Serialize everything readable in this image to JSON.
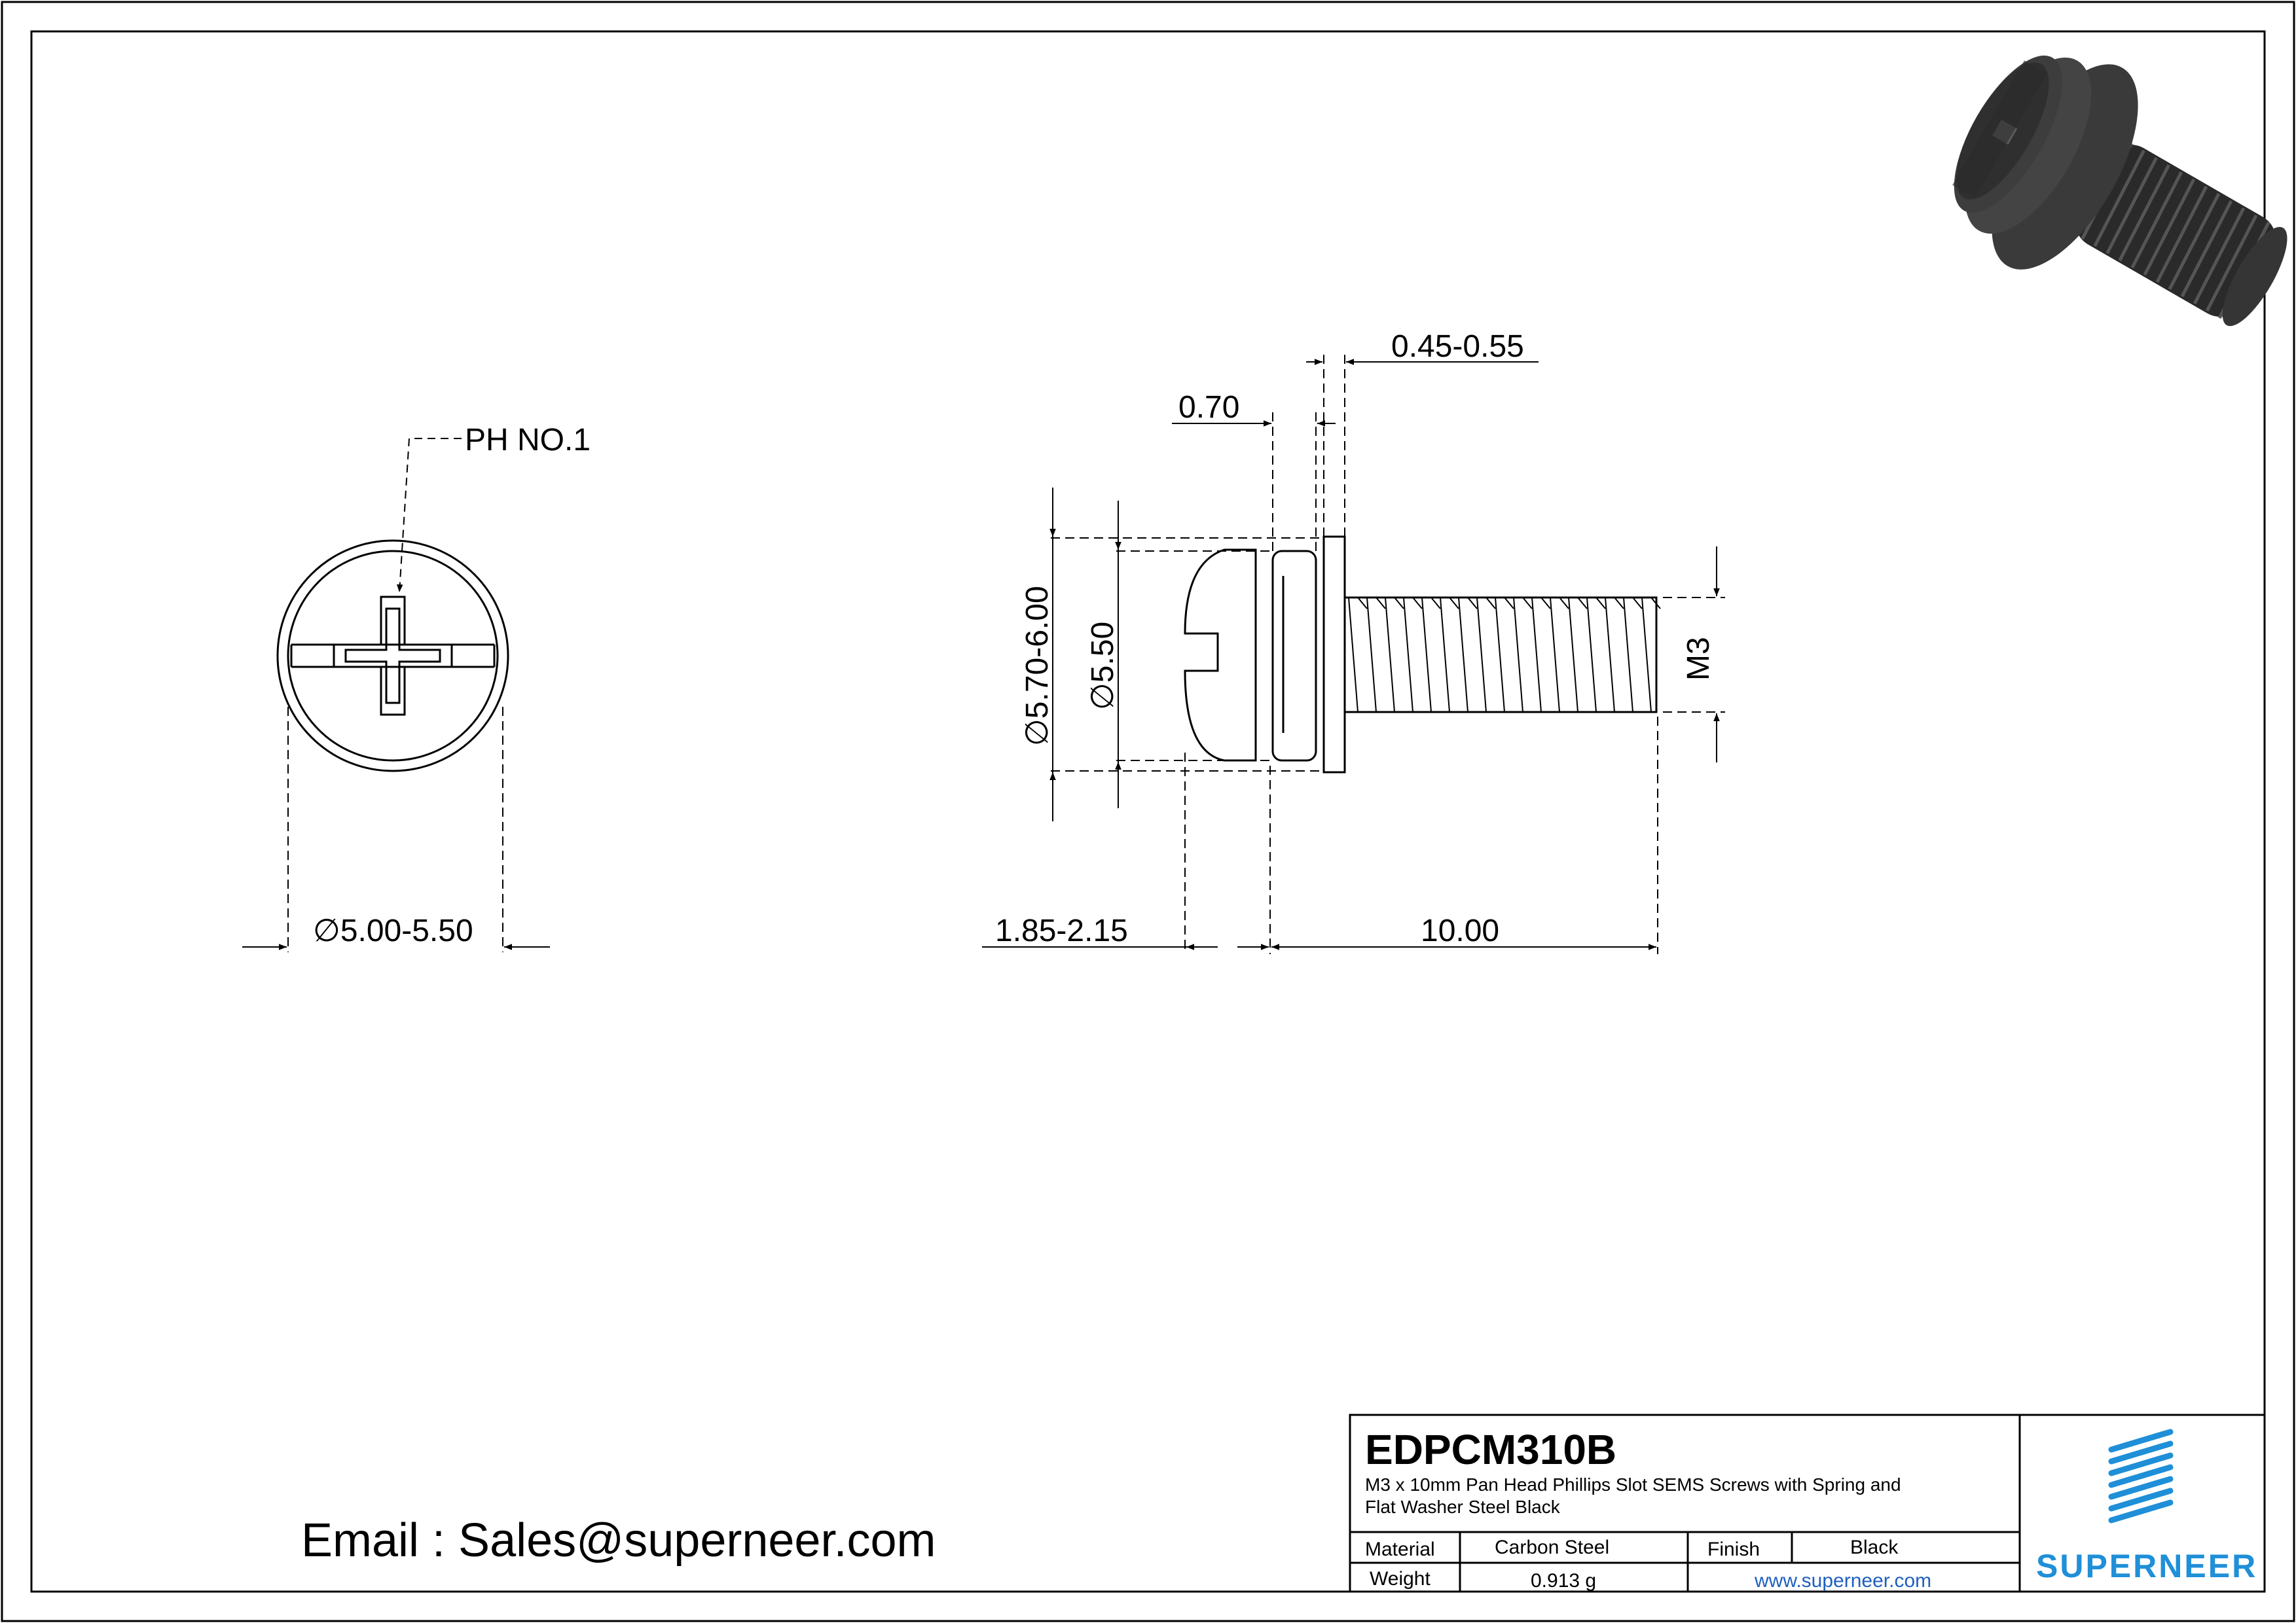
{
  "drawing": {
    "dimensions": {
      "head_dia": "5.00-5.50",
      "drive": "PH NO.1",
      "washer_thickness": "0.45-0.55",
      "spring_thickness": "0.70",
      "washer_dia": "5.70-6.00",
      "spring_dia": "5.50",
      "head_height": "1.85-2.15",
      "length": "10.00",
      "thread": "M3"
    },
    "dia_symbol": "∅"
  },
  "email": "Email : Sales@superneer.com",
  "title_block": {
    "part_number": "EDPCM310B",
    "description_line1": "M3 x 10mm Pan Head Phillips Slot SEMS Screws with Spring and",
    "description_line2": "Flat Washer Steel Black",
    "material_label": "Material",
    "material_value": "Carbon Steel",
    "finish_label": "Finish",
    "finish_value": "Black",
    "weight_label": "Weight",
    "weight_value": "0.913 g",
    "website": "www.superneer.com",
    "brand": "SUPERNEER"
  },
  "colors": {
    "line": "#000000",
    "brand": "#1f8fd8",
    "link": "#1f5fbf"
  }
}
